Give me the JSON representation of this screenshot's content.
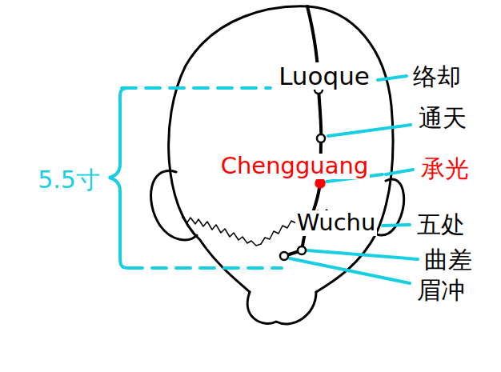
{
  "diagram": {
    "labels": [
      "Luoque",
      "络却",
      "通天",
      "Chengguang",
      "承光",
      "Wuchu",
      "五处",
      "曲差",
      "眉冲",
      "5.5寸"
    ]
  }
}
